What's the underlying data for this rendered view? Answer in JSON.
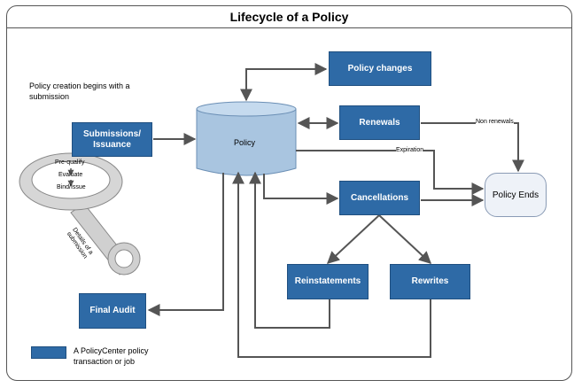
{
  "title": "Lifecycle of a Policy",
  "intro_text": "Policy creation begins with a submission",
  "nodes": {
    "policy": "Policy",
    "policy_changes": "Policy changes",
    "renewals": "Renewals",
    "submissions": "Submissions/ Issuance",
    "cancellations": "Cancellations",
    "policy_ends": "Policy Ends",
    "reinstatements": "Reinstatements",
    "rewrites": "Rewrites",
    "final_audit": "Final Audit"
  },
  "edge_labels": {
    "non_renewals": "Non renewals",
    "expiration": "Expiration"
  },
  "magnifier": {
    "steps": [
      "Pre-qualify",
      "Evaluate",
      "Bind/Issue"
    ],
    "handle_text": "Details of a submission"
  },
  "legend": {
    "text": "A PolicyCenter policy transaction or job"
  },
  "colors": {
    "box_fill": "#2e6aa6",
    "cylinder_fill": "#a9c5e0",
    "arrow": "#555555",
    "magnifier": "#d4d4d4"
  }
}
